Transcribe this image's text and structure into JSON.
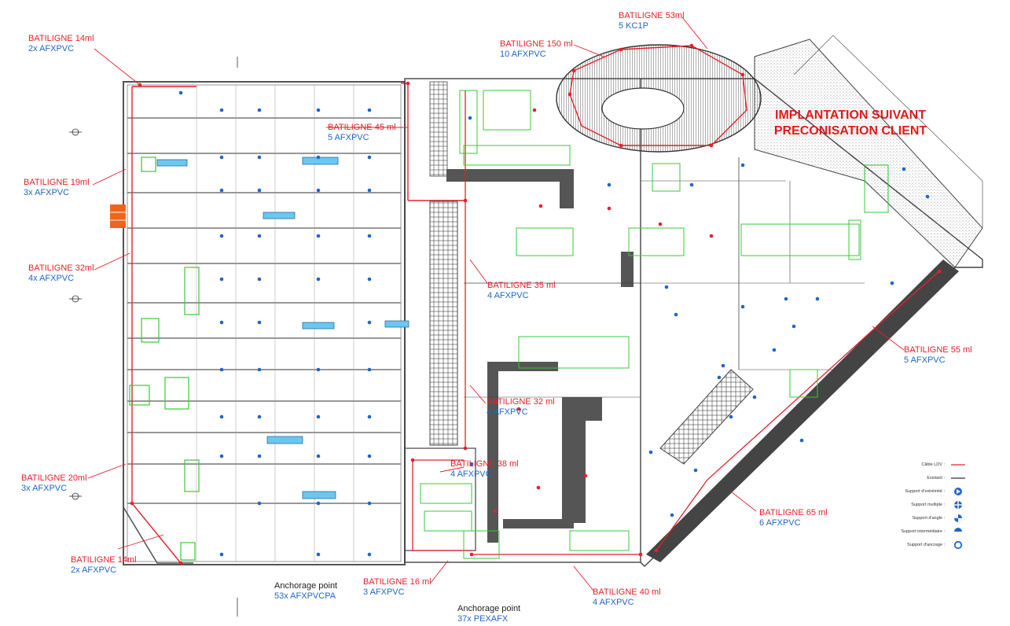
{
  "note": {
    "line1": "IMPLANTATION SUIVANT",
    "line2": "PRECONISATION CLIENT"
  },
  "labels": [
    {
      "id": "bl-14-top",
      "title": "BATILIGNE 14ml",
      "sub": "2x AFXPVC"
    },
    {
      "id": "bl-19",
      "title": "BATILIGNE 19ml",
      "sub": "3x AFXPVC"
    },
    {
      "id": "bl-32-left",
      "title": "BATILIGNE 32ml",
      "sub": "4x AFXPVC"
    },
    {
      "id": "bl-20",
      "title": "BATILIGNE 20ml",
      "sub": "3x AFXPVC"
    },
    {
      "id": "bl-14-bottom",
      "title": "BATILIGNE 14ml",
      "sub": "2x AFXPVC"
    },
    {
      "id": "bl-45",
      "title": "BATILIGNE 45 ml",
      "sub": "5 AFXPVC"
    },
    {
      "id": "bl-150",
      "title": "BATILIGNE 150 ml",
      "sub": "10 AFXPVC"
    },
    {
      "id": "bl-53",
      "title": "BATILIGNE 53ml",
      "sub": "5 KC1P"
    },
    {
      "id": "bl-35",
      "title": "BATILIGNE 35 ml",
      "sub": "4 AFXPVC"
    },
    {
      "id": "bl-32-mid",
      "title": "BATILIGNE 32 ml",
      "sub": "4 AFXPVC"
    },
    {
      "id": "bl-38",
      "title": "BATILIGNE 38 ml",
      "sub": "4 AFXPVC"
    },
    {
      "id": "bl-55",
      "title": "BATILIGNE 55 ml",
      "sub": "5 AFXPVC"
    },
    {
      "id": "bl-65",
      "title": "BATILIGNE 65 ml",
      "sub": "6 AFXPVC"
    },
    {
      "id": "bl-16",
      "title": "BATILIGNE 16 ml",
      "sub": "3 AFXPVC"
    },
    {
      "id": "bl-40",
      "title": "BATILIGNE 40 ml",
      "sub": "4 AFXPVC"
    }
  ],
  "anchors": [
    {
      "id": "anchor-left",
      "title": "Anchorage point",
      "sub": "53x AFXPVCPA"
    },
    {
      "id": "anchor-right",
      "title": "Anchorage point",
      "sub": "37x PEXAFX"
    }
  ],
  "legend": [
    {
      "text": "Câble LDV :",
      "symbol": "red-line"
    },
    {
      "text": "Existant :",
      "symbol": "dark-line"
    },
    {
      "text": "Support d'extrémité :",
      "symbol": "end-support-icon"
    },
    {
      "text": "Support multiple :",
      "symbol": "multiple-support-icon"
    },
    {
      "text": "Support d'angle :",
      "symbol": "angle-support-icon"
    },
    {
      "text": "Support intermédiaire :",
      "symbol": "intermediate-support-icon"
    },
    {
      "text": "Support d'ancrage :",
      "symbol": "anchor-support-icon"
    }
  ],
  "colors": {
    "lifeline": "#e8202a",
    "anchor_dot": "#1f66c9",
    "existing": "#444444",
    "equipment": "#39c839",
    "note": "#e01b1b"
  }
}
